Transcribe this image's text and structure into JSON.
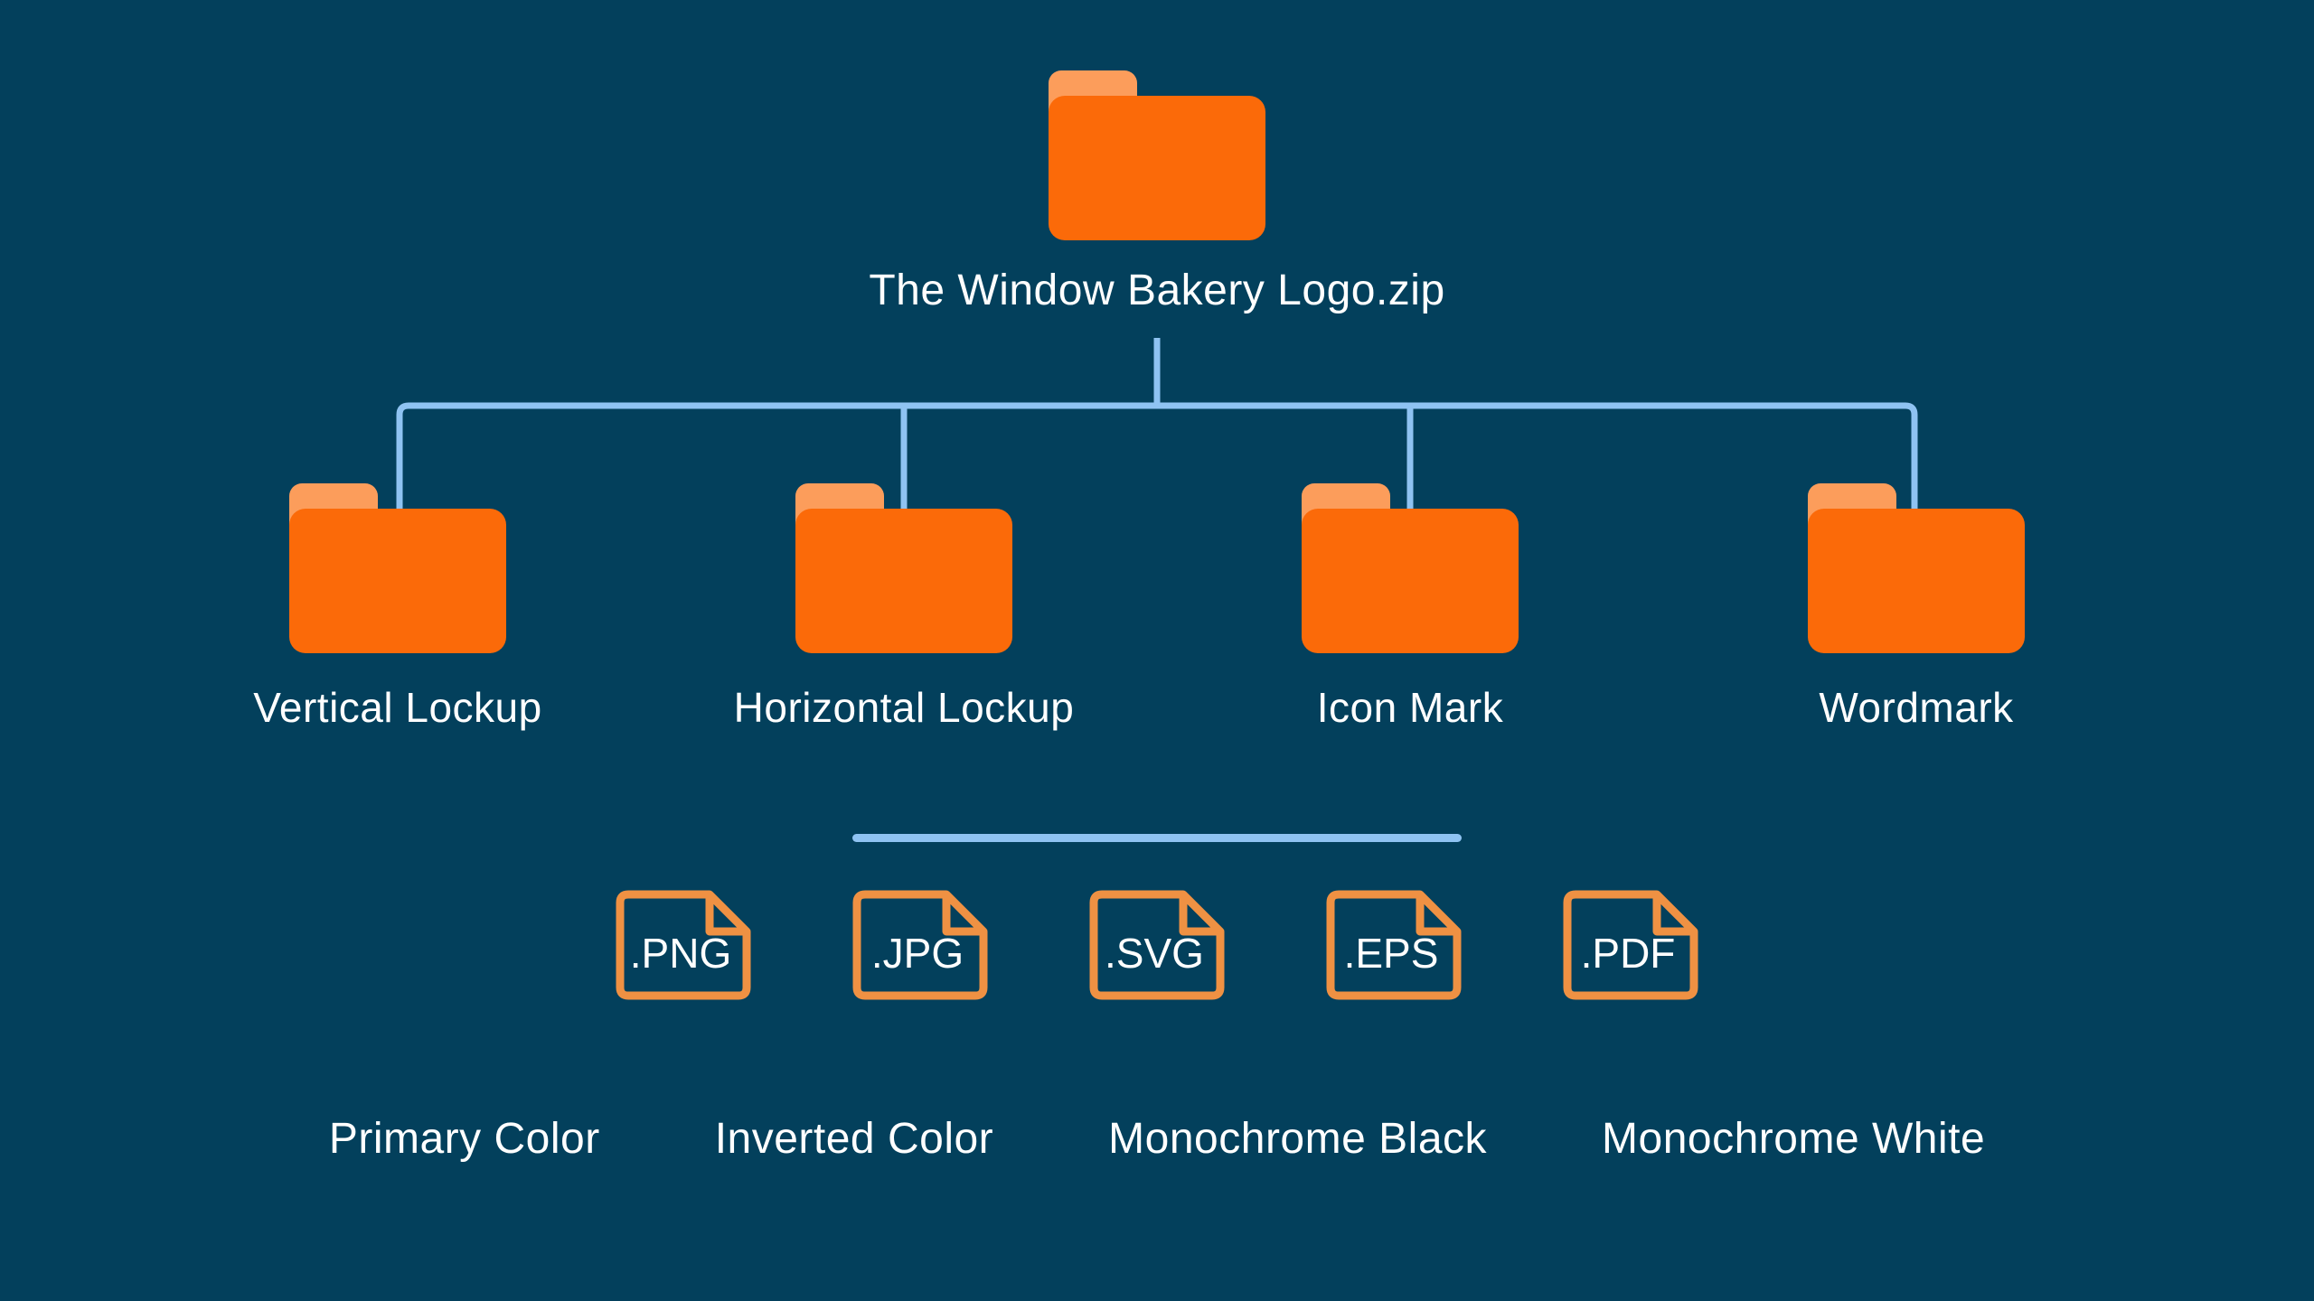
{
  "diagram": {
    "root_folder": {
      "label": "The Window Bakery Logo.zip"
    },
    "subfolders": [
      {
        "label": "Vertical Lockup"
      },
      {
        "label": "Horizontal Lockup"
      },
      {
        "label": "Icon Mark"
      },
      {
        "label": "Wordmark"
      }
    ],
    "file_formats": [
      {
        "label": ".PNG"
      },
      {
        "label": ".JPG"
      },
      {
        "label": ".SVG"
      },
      {
        "label": ".EPS"
      },
      {
        "label": ".PDF"
      }
    ],
    "color_variants": [
      {
        "label": "Primary Color"
      },
      {
        "label": "Inverted Color"
      },
      {
        "label": "Monochrome Black"
      },
      {
        "label": "Monochrome White"
      }
    ]
  },
  "colors": {
    "background": "#03405C",
    "folder_body": "#FB6A09",
    "folder_tab": "#FC9D5B",
    "connector_line": "#8FC3F2",
    "file_outline": "#EF9143",
    "text": "#FFFFFF"
  }
}
